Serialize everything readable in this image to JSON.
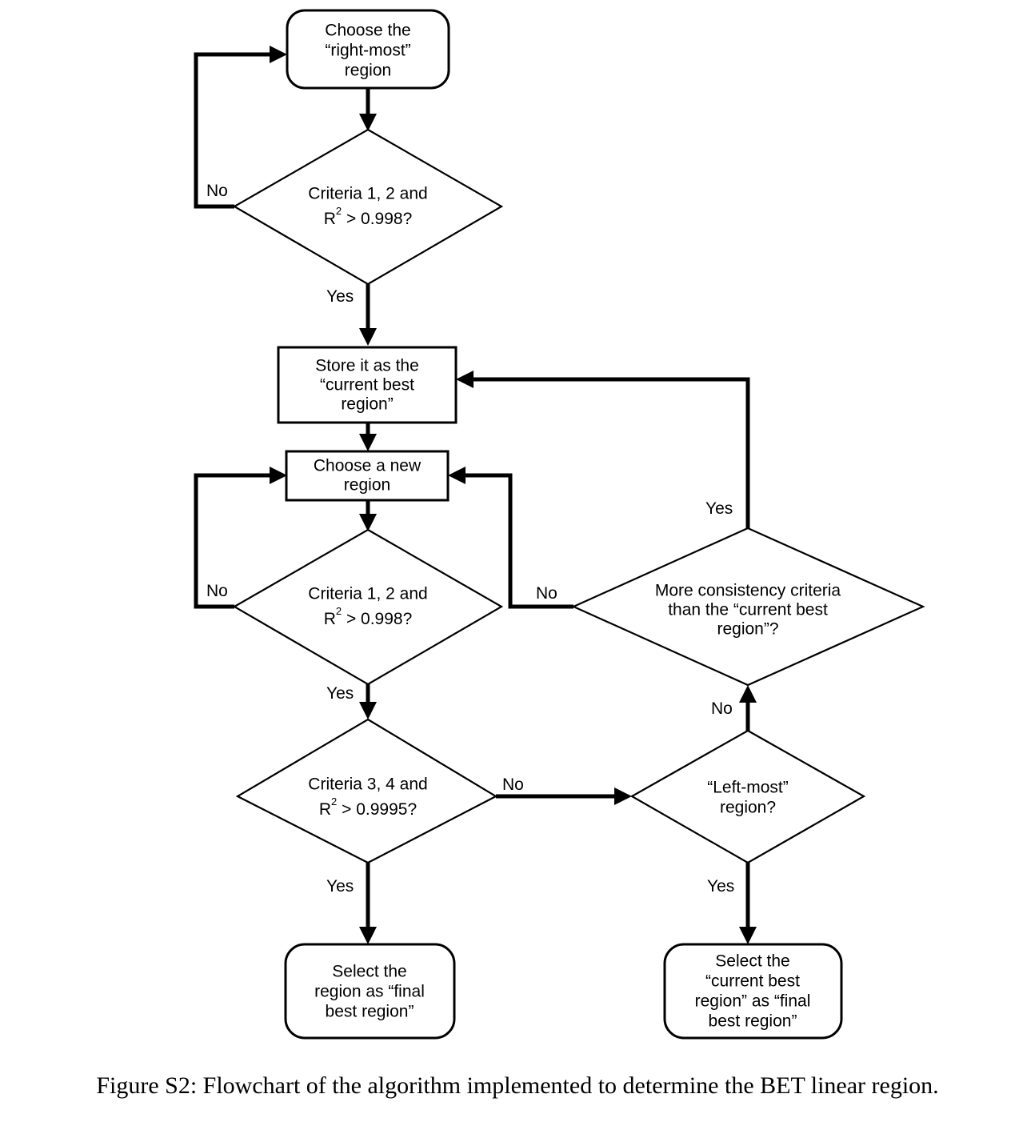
{
  "figure": {
    "caption": "Figure S2: Flowchart of the algorithm implemented to determine the BET linear region.",
    "colors": {
      "background": "#ffffff",
      "stroke": "#000000",
      "text": "#000000",
      "shape_fill": "#ffffff"
    }
  },
  "nodes": {
    "choose_rightmost": {
      "type": "terminator",
      "lines": [
        "Choose the",
        "“right-most”",
        "region"
      ]
    },
    "criteria_12_first": {
      "type": "decision",
      "lines": [
        "Criteria 1, 2 and",
        "R² > 0.998?"
      ],
      "line1": "Criteria 1, 2 and",
      "line2_prefix": "R",
      "line2_sup": "2",
      "line2_suffix": " > 0.998?"
    },
    "store_current_best": {
      "type": "process",
      "lines": [
        "Store it as the",
        "“current best",
        "region”"
      ]
    },
    "choose_new_region": {
      "type": "process",
      "lines": [
        "Choose a new",
        "region"
      ]
    },
    "criteria_12_second": {
      "type": "decision",
      "lines": [
        "Criteria 1, 2 and",
        "R² > 0.998?"
      ],
      "line1": "Criteria 1, 2 and",
      "line2_prefix": "R",
      "line2_sup": "2",
      "line2_suffix": " > 0.998?"
    },
    "more_consistency": {
      "type": "decision",
      "lines": [
        "More consistency criteria",
        "than the “current best",
        "region”?"
      ]
    },
    "criteria_34": {
      "type": "decision",
      "lines": [
        "Criteria 3, 4 and",
        "R² > 0.9995?"
      ],
      "line1": "Criteria 3, 4 and",
      "line2_prefix": "R",
      "line2_sup": "2",
      "line2_suffix": " > 0.9995?"
    },
    "leftmost_region": {
      "type": "decision",
      "lines": [
        "“Left-most”",
        "region?"
      ]
    },
    "select_final_best": {
      "type": "terminator",
      "lines": [
        "Select the",
        "region as “final",
        "best region”"
      ]
    },
    "select_current_as_final": {
      "type": "terminator",
      "lines": [
        "Select the",
        "“current best",
        "region” as “final",
        "best region”"
      ]
    }
  },
  "edge_labels": {
    "no_loop_top": "No",
    "yes_to_store": "Yes",
    "no_loop_second": "No",
    "no_from_consistency": "No",
    "yes_from_consistency": "Yes",
    "yes_to_criteria34": "Yes",
    "no_to_leftmost": "No",
    "no_from_leftmost": "No",
    "yes_to_final_best": "Yes",
    "yes_to_current_final": "Yes"
  }
}
